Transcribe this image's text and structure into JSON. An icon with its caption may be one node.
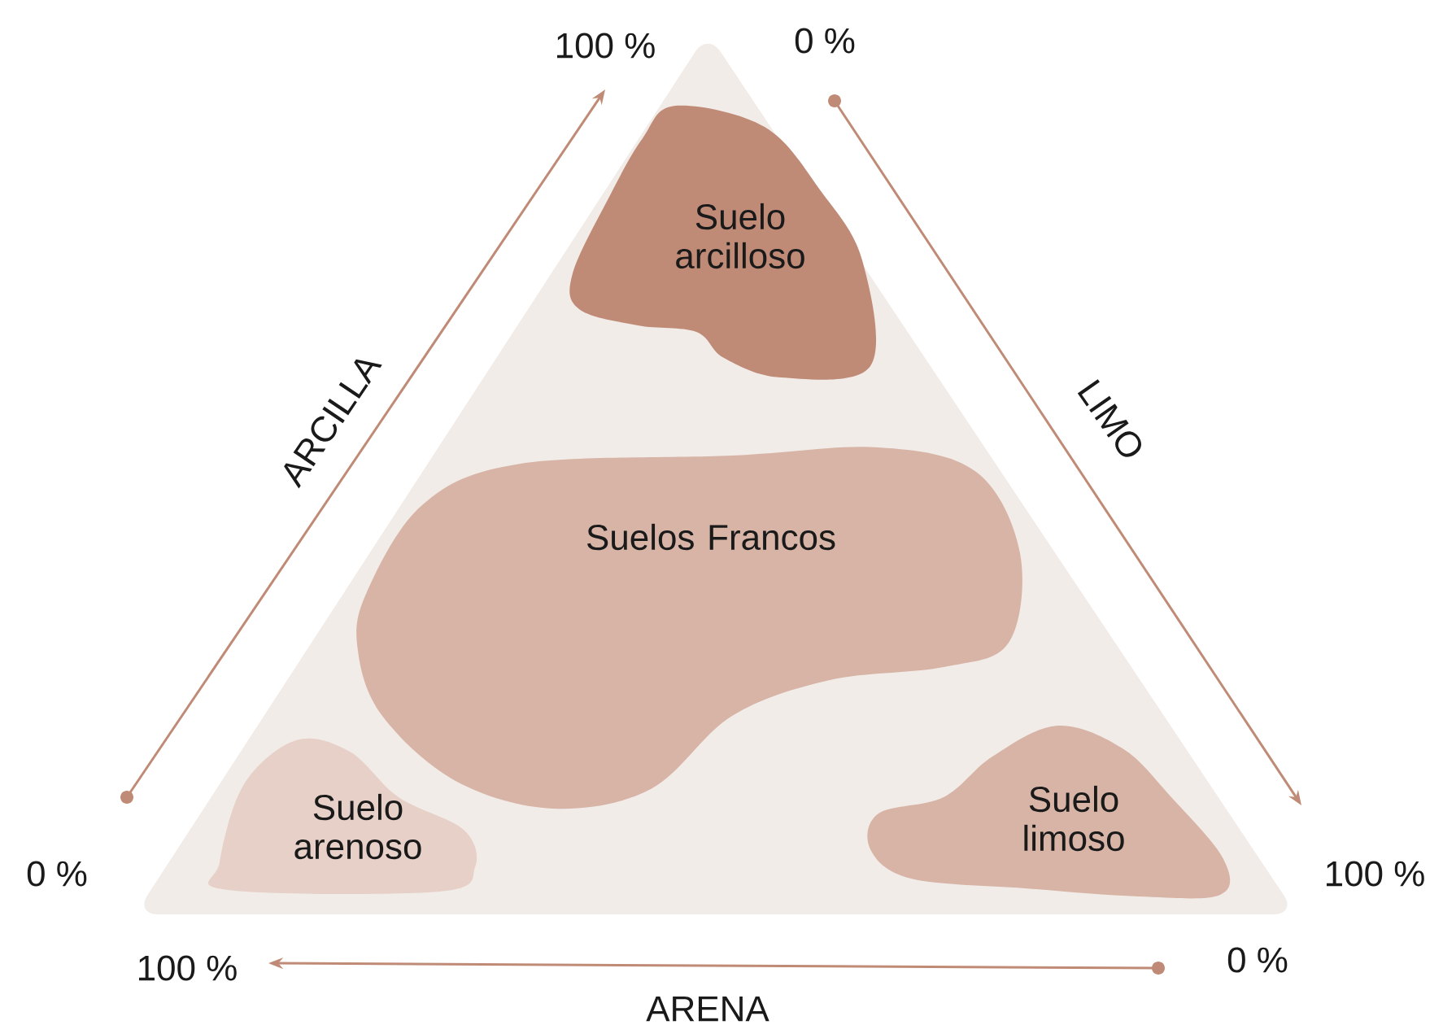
{
  "diagram": {
    "nodes": [
      {
        "text": [
          "Suelo arcilloso"
        ]
      },
      {
        "text": [
          "Suelos Francos"
        ]
      },
      {
        "text": [
          "Suelo arenoso"
        ]
      },
      {
        "text": [
          "Suelo limoso"
        ]
      }
    ],
    "labels": [
      "100 %",
      "0 %",
      "ARCILLA",
      "LIMO",
      "0 %",
      "100 %",
      "100 %",
      "0 %",
      "ARENA"
    ]
  }
}
